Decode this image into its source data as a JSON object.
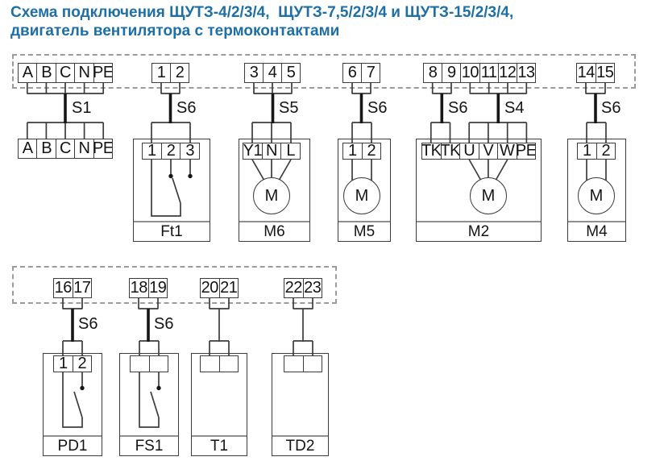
{
  "title": {
    "line1": "Схема подключения ЩУТЗ-4/2/3/4,  ЩУТЗ-7,5/2/3/4 и ЩУТЗ-15/2/3/4,",
    "line2": "двигатель вентилятора с термоконтактами"
  },
  "colors": {
    "title_text": "#1e6fa5",
    "line": "#3c3c3c",
    "cable": "#161616",
    "dashed_border": "#9b9b9b"
  },
  "top_row": {
    "power": {
      "input_cells": [
        "A",
        "B",
        "C",
        "N",
        "PE"
      ],
      "cable_label": "S1",
      "output_cells": [
        "A",
        "B",
        "C",
        "N",
        "PE"
      ]
    },
    "ft1": {
      "input_cells": [
        "1",
        "2"
      ],
      "cable_label": "S6",
      "device_cells": [
        "1",
        "2",
        "3"
      ],
      "device_label": "Ft1"
    },
    "m6": {
      "input_cells": [
        "3",
        "4",
        "5"
      ],
      "cable_label": "S5",
      "device_cells": [
        "Y1",
        "N",
        "L"
      ],
      "device_label": "M6",
      "motor_label": "M"
    },
    "m5": {
      "input_cells": [
        "6",
        "7"
      ],
      "cable_label": "S6",
      "device_cells": [
        "1",
        "2"
      ],
      "device_label": "M5",
      "motor_label": "M"
    },
    "m2": {
      "input_cells": [
        "8",
        "9",
        "10",
        "11",
        "12",
        "13"
      ],
      "cable_label_tk": "S6",
      "cable_label_power": "S4",
      "device_cells": [
        "TK",
        "TK",
        "U",
        "V",
        "W",
        "PE"
      ],
      "device_label": "M2",
      "motor_label": "M"
    },
    "m4": {
      "input_cells": [
        "14",
        "15"
      ],
      "cable_label": "S6",
      "device_cells": [
        "1",
        "2"
      ],
      "device_label": "M4",
      "motor_label": "M"
    }
  },
  "bottom_row": {
    "pd1": {
      "input_cells": [
        "16",
        "17"
      ],
      "cable_label": "S6",
      "device_cells": [
        "1",
        "2"
      ],
      "device_label": "PD1"
    },
    "fs1": {
      "input_cells": [
        "18",
        "19"
      ],
      "cable_label": "S6",
      "device_label": "FS1"
    },
    "t1": {
      "input_cells": [
        "20",
        "21"
      ],
      "device_label": "T1"
    },
    "td2": {
      "input_cells": [
        "22",
        "23"
      ],
      "device_label": "TD2"
    }
  }
}
